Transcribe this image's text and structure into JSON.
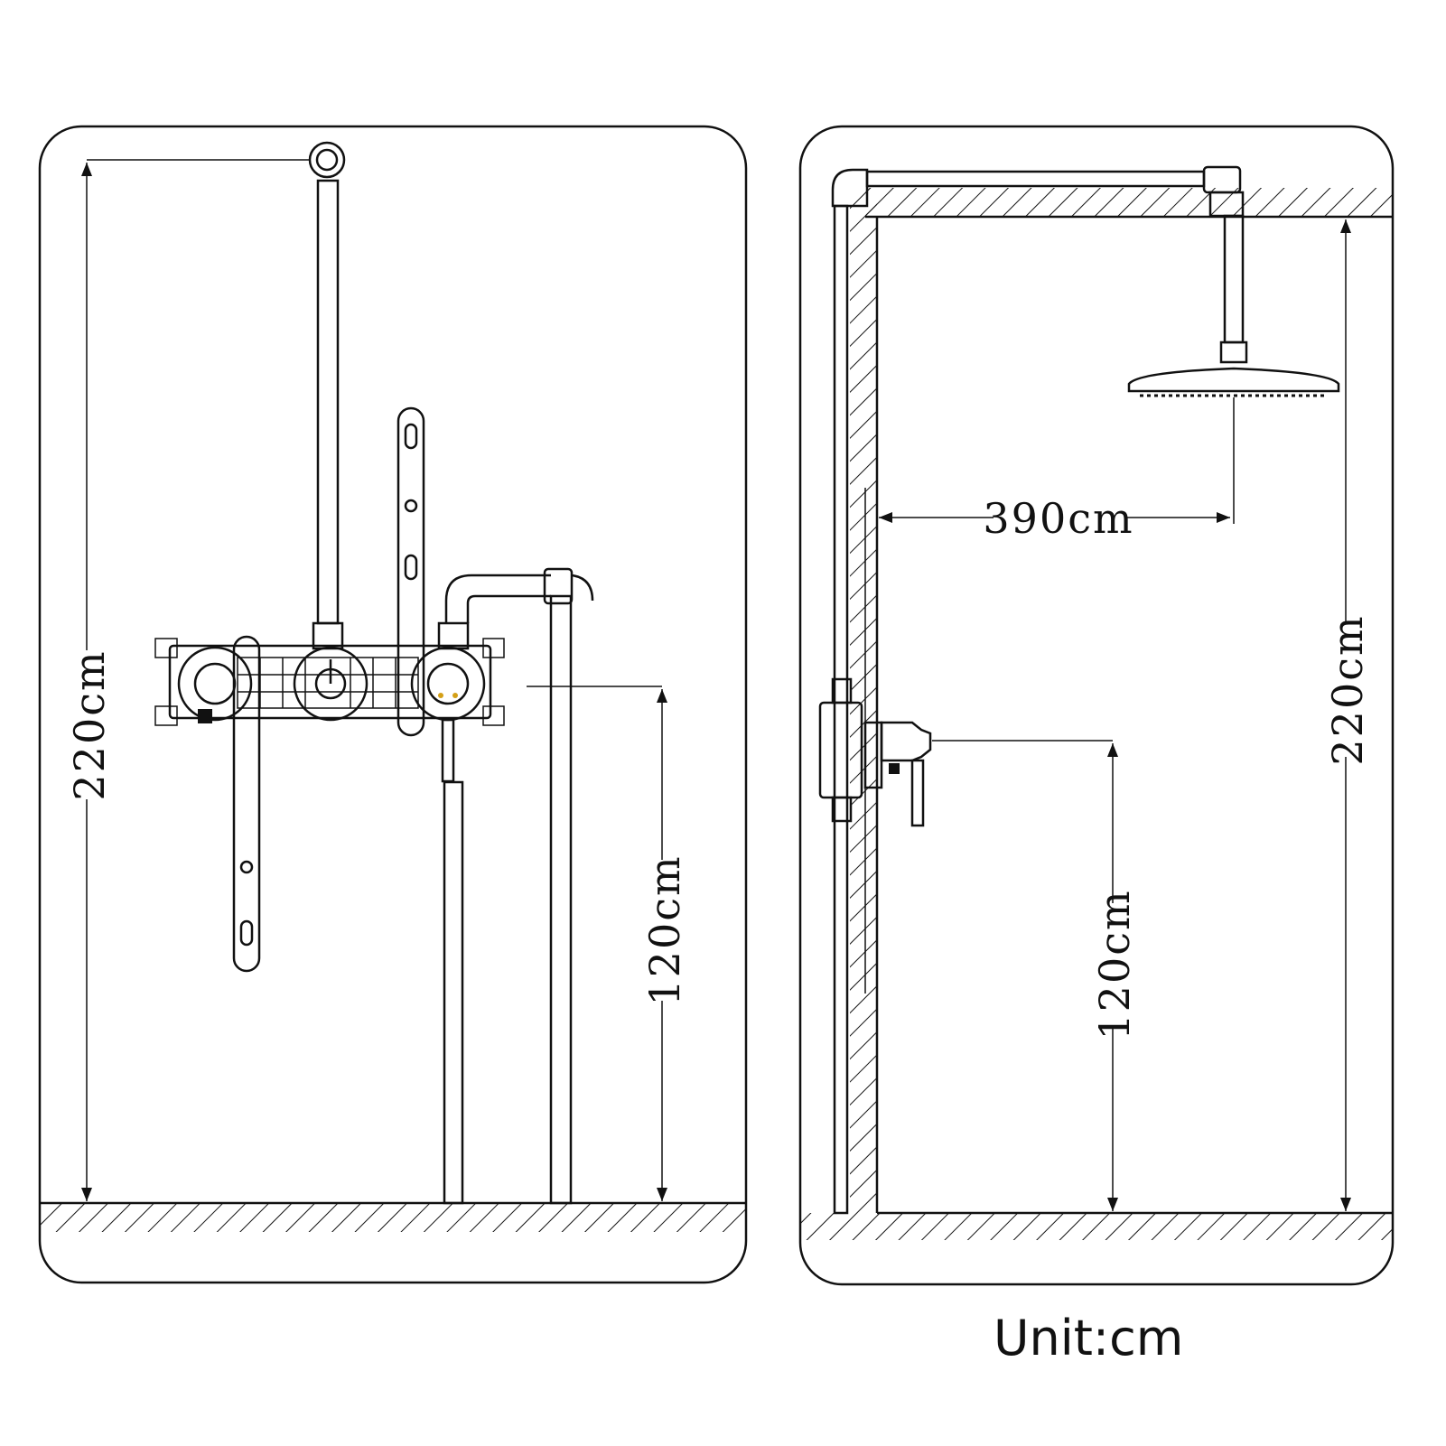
{
  "left_view": {
    "height_total_label": "220cm",
    "height_valve_label": "120cm"
  },
  "right_view": {
    "height_total_label": "220cm",
    "height_valve_label": "120cm",
    "arm_length_label": "390cm"
  },
  "unit_label": "Unit:cm",
  "colors": {
    "line": "#111111",
    "background": "#ffffff"
  }
}
